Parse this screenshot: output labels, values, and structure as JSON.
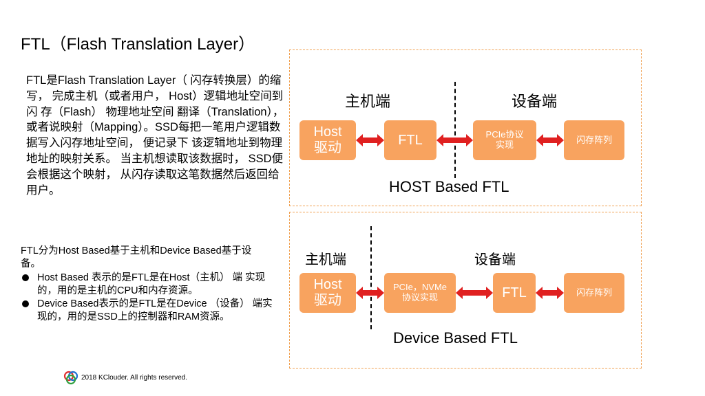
{
  "title": "FTL（Flash Translation Layer）",
  "description": "FTL是Flash Translation Layer（ 闪存转换层）的缩写， 完成主机（或者用户， Host）逻辑地址空间到闪 存（Flash） 物理地址空间 翻译（Translation），或者说映射（Mapping）。SSD每把一笔用户逻辑数据写入闪存地址空间， 便记录下 该逻辑地址到物理地址的映射关系。 当主机想读取该数据时， SSD便会根据这个映射， 从闪存读取这笔数据然后返回给用户。",
  "intro": "FTL分为Host Based基于主机和Device Based基于设备。",
  "bullets": [
    "Host Based 表示的是FTL是在Host（主机） 端 实现 的，用的是主机的CPU和内存资源。",
    "Device Based表示的是FTL是在Device （设备） 端实现的，用的是SSD上的控制器和RAM资源。"
  ],
  "footer": "2018 KClouder.  All rights reserved.",
  "host_based": {
    "host_side": "主机端",
    "device_side": "设备端",
    "box_driver": "Host\n驱动",
    "box_ftl": "FTL",
    "box_protocol": "PCIe协议\n实现",
    "box_flash": "闪存阵列",
    "caption": "HOST Based FTL"
  },
  "device_based": {
    "host_side": "主机端",
    "device_side": "设备端",
    "box_driver": "Host\n驱动",
    "box_protocol": "PCIe，NVMe\n协议实现",
    "box_ftl": "FTL",
    "box_flash": "闪存阵列",
    "caption": "Device Based FTL"
  },
  "colors": {
    "box_fill": "#f8a35f",
    "arrow": "#e02020",
    "panel_border": "#f0a050"
  }
}
